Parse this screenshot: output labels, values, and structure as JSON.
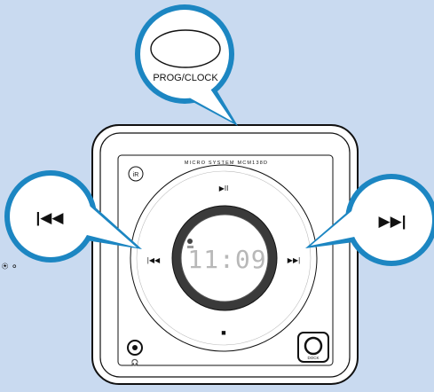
{
  "callouts": {
    "top_label": "PROG/CLOCK",
    "left_symbol": "|◀◀",
    "right_symbol": "▶▶|"
  },
  "device": {
    "model_text": "MICRO SYSTEM MCM138D",
    "ir_label": "iR",
    "play_pause_symbol": "▶II",
    "prev_symbol": "|◀◀",
    "next_symbol": "▶▶|",
    "stop_symbol": "■",
    "clock_time": "11:09",
    "dock_label": "DOCK",
    "headphone_symbol": "🎧",
    "side_mark_symbol": "⍟ ∘"
  },
  "colors": {
    "background": "#c9daf0",
    "callout_blue": "#1c86c2",
    "device_body": "#ffffff",
    "outline": "#111111"
  }
}
